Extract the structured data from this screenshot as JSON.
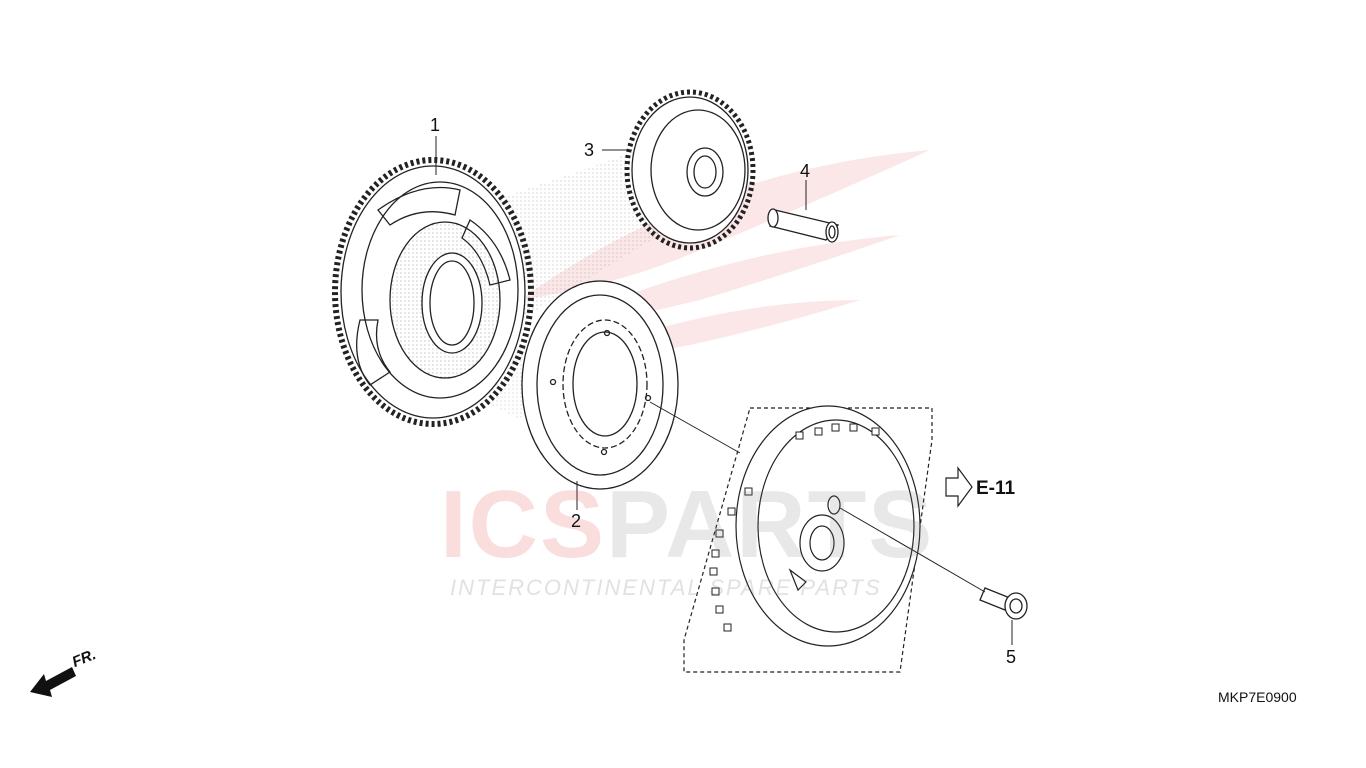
{
  "watermark": {
    "title_left": "ICS",
    "title_right": "PARTS",
    "subtitle": "INTERCONTINENTAL SPARE PARTS"
  },
  "callouts": {
    "c1": "1",
    "c2": "2",
    "c3": "3",
    "c4": "4",
    "c5": "5"
  },
  "reference": {
    "e_ref": "E-11",
    "fr_label": "FR.",
    "diagram_code": "MKP7E0900"
  }
}
